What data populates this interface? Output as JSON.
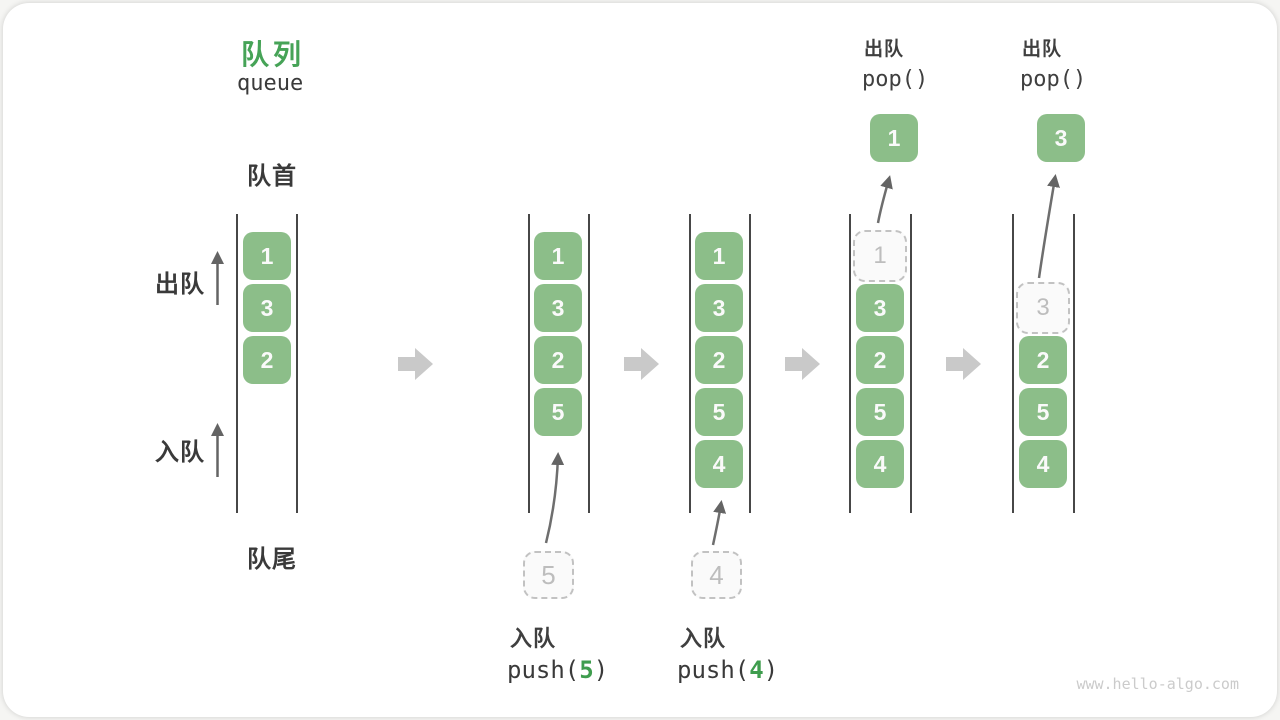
{
  "figure": {
    "title_zh": "队列",
    "title_en": "queue",
    "watermark": "www.hello-algo.com"
  },
  "labels": {
    "front": "队首",
    "rear": "队尾",
    "dequeue": "出队",
    "enqueue": "入队"
  },
  "colors": {
    "accent_green": "#3f9d4e",
    "block_green": "#8cbe89",
    "block_text": "#fafafa",
    "ghost_border": "#c2c2c2",
    "ghost_text": "#bdbdbd",
    "flow_arrow_gray": "#c9c9c9",
    "thin_arrow_gray": "#646464",
    "wall_line": "#474747",
    "text_dark": "#3a3a3a",
    "watermark_gray": "#cbcbcb"
  },
  "stages": [
    {
      "blocks": [
        {
          "value": "1"
        },
        {
          "value": "3"
        },
        {
          "value": "2"
        }
      ]
    },
    {
      "blocks": [
        {
          "value": "1"
        },
        {
          "value": "3"
        },
        {
          "value": "2"
        },
        {
          "value": "5"
        }
      ],
      "staging": {
        "value": "5"
      },
      "op": {
        "label": "入队",
        "code_pre": "push(",
        "arg": "5",
        "code_post": ")"
      }
    },
    {
      "blocks": [
        {
          "value": "1"
        },
        {
          "value": "3"
        },
        {
          "value": "2"
        },
        {
          "value": "5"
        },
        {
          "value": "4"
        }
      ],
      "staging": {
        "value": "4"
      },
      "op": {
        "label": "入队",
        "code_pre": "push(",
        "arg": "4",
        "code_post": ")"
      }
    },
    {
      "ghost": {
        "value": "1"
      },
      "blocks": [
        {
          "value": "3"
        },
        {
          "value": "2"
        },
        {
          "value": "5"
        },
        {
          "value": "4"
        }
      ],
      "popped": {
        "value": "1"
      },
      "op": {
        "label": "出队",
        "code": "pop()"
      }
    },
    {
      "ghost": {
        "value": "3"
      },
      "blocks": [
        {
          "value": "2"
        },
        {
          "value": "5"
        },
        {
          "value": "4"
        }
      ],
      "popped": {
        "value": "3"
      },
      "op": {
        "label": "出队",
        "code": "pop()"
      }
    }
  ]
}
